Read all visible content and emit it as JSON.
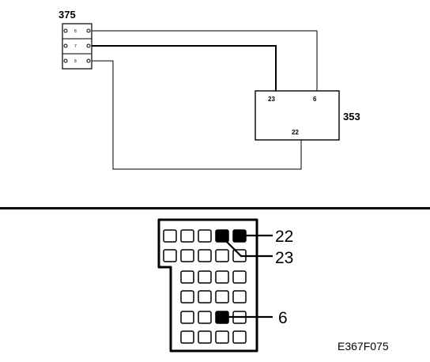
{
  "components": {
    "connector_375": {
      "label": "375",
      "pins": [
        "8",
        "7",
        "8"
      ]
    },
    "module_353": {
      "label": "353",
      "pin_23": "23",
      "pin_6": "6",
      "pin_22": "22"
    }
  },
  "connector_face": {
    "callouts": [
      "22",
      "23",
      "6"
    ]
  },
  "figure_code": "E367F075"
}
